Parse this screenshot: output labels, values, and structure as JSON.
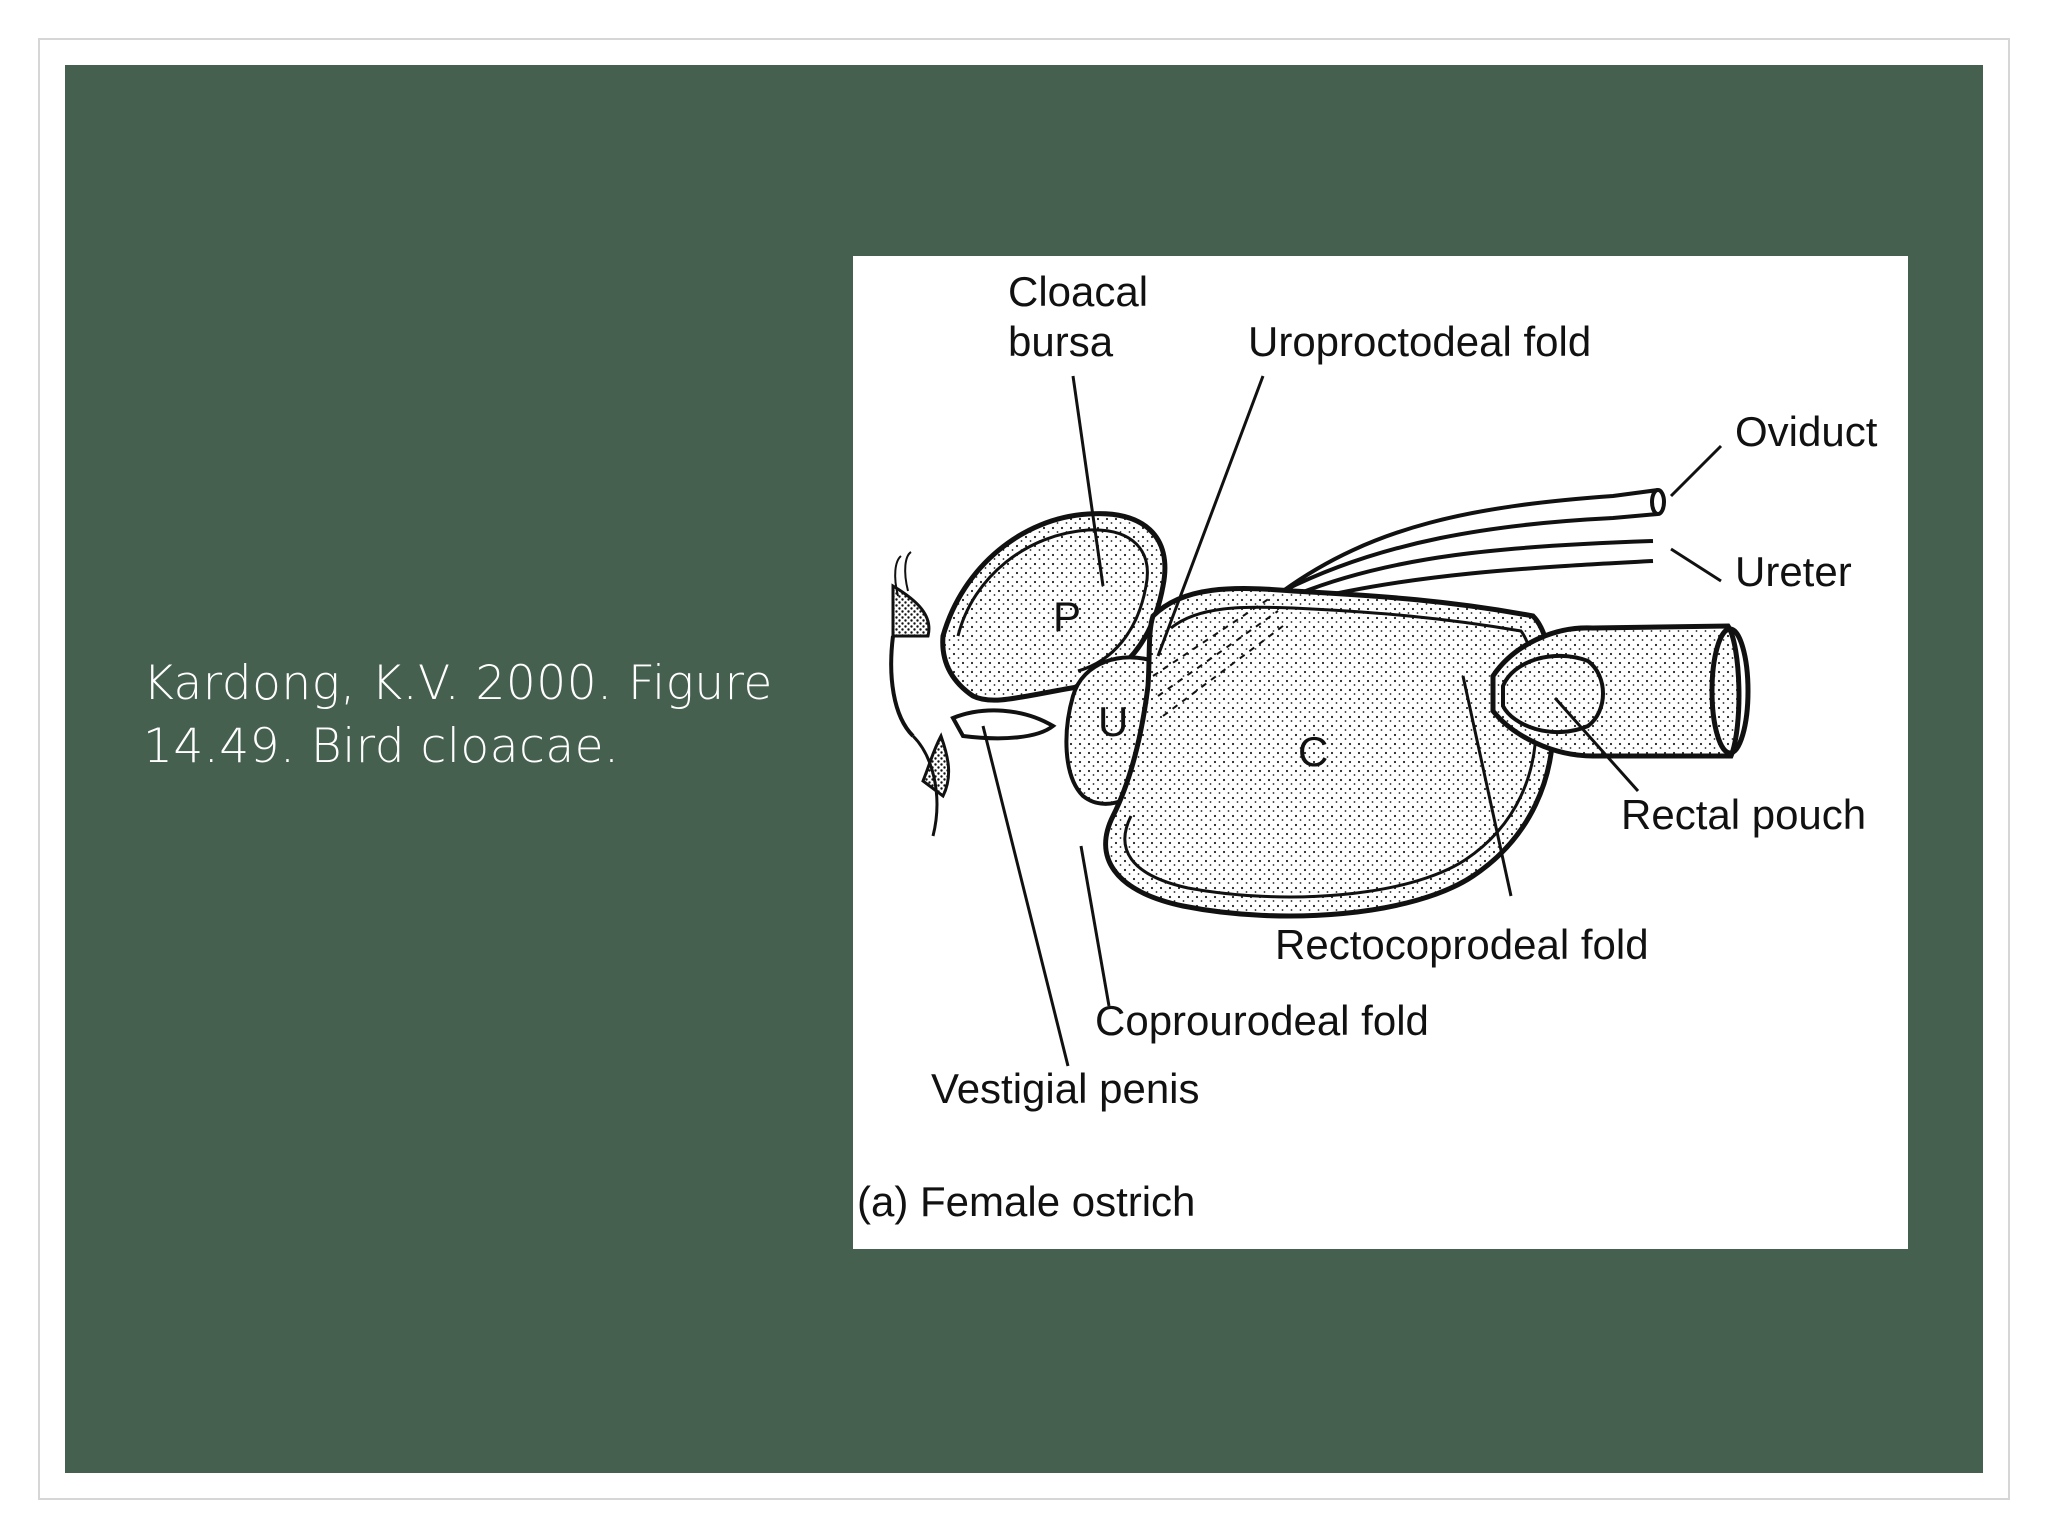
{
  "slide": {
    "background_color": "#46604f",
    "caption_line1": "Kardong, K.V. 2000. Figure",
    "caption_line2": "14.49. Bird cloacae."
  },
  "figure": {
    "labels": {
      "cloacal_bursa_1": "Cloacal",
      "cloacal_bursa_2": "bursa",
      "uroproctodeal_fold": "Uroproctodeal fold",
      "oviduct": "Oviduct",
      "ureter": "Ureter",
      "rectal_pouch": "Rectal pouch",
      "rectocoprodeal_fold": "Rectocoprodeal fold",
      "coprourodeal_fold": "Coprourodeal fold",
      "vestigial_penis": "Vestigial penis",
      "region_p": "P",
      "region_u": "U",
      "region_c": "C"
    },
    "panel_caption": "(a) Female ostrich"
  }
}
